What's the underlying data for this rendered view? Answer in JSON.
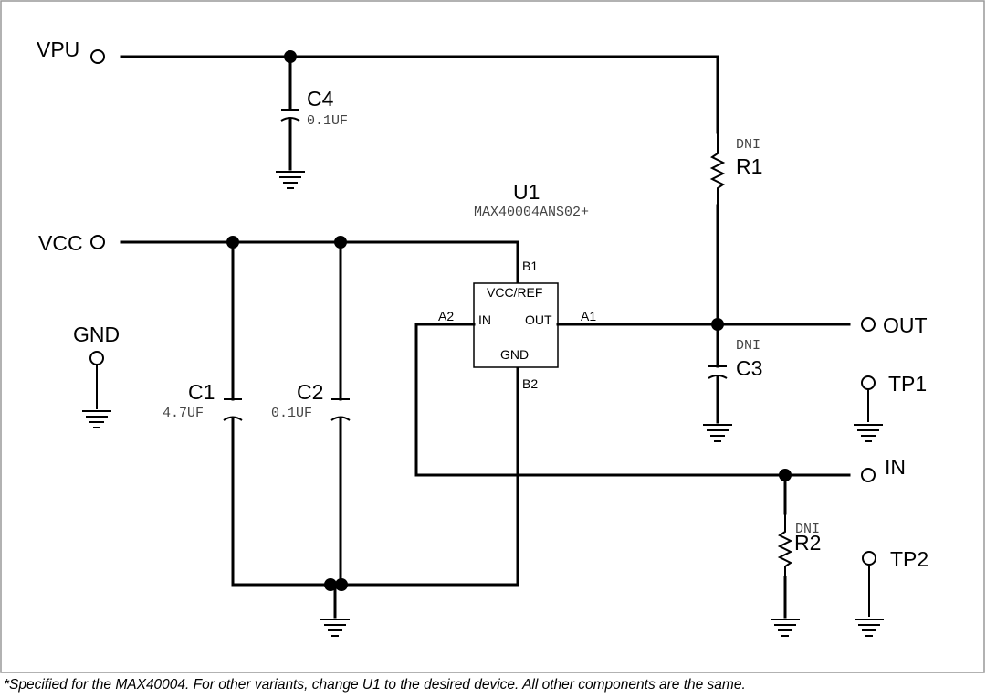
{
  "nets": {
    "vpu": "VPU",
    "vcc": "VCC",
    "gnd": "GND",
    "out": "OUT",
    "in": "IN",
    "tp1": "TP1",
    "tp2": "TP2"
  },
  "components": {
    "u1": {
      "ref": "U1",
      "part": "MAX40004ANS02+",
      "pins": {
        "vcc_ref": "VCC/REF",
        "in": "IN",
        "out": "OUT",
        "gnd": "GND",
        "b1": "B1",
        "a2": "A2",
        "a1": "A1",
        "b2": "B2"
      }
    },
    "c1": {
      "ref": "C1",
      "value": "4.7UF"
    },
    "c2": {
      "ref": "C2",
      "value": "0.1UF"
    },
    "c3": {
      "ref": "C3",
      "value": "DNI"
    },
    "c4": {
      "ref": "C4",
      "value": "0.1UF"
    },
    "r1": {
      "ref": "R1",
      "value": "DNI"
    },
    "r2": {
      "ref": "R2",
      "value": "DNI"
    }
  },
  "footnote": "*Specified for the MAX40004. For other variants, change U1 to the desired device. All other components are the same."
}
